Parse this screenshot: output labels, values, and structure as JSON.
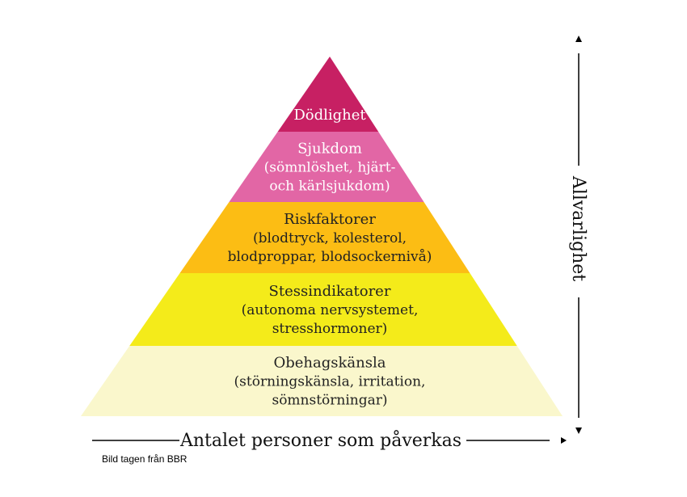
{
  "pyramid": {
    "levels": [
      {
        "title": "Dödlighet",
        "lines": [],
        "color": "#C72063",
        "text_color": "#FFFFFF"
      },
      {
        "title": "Sjukdom",
        "lines": [
          "(sömnlöshet, hjärt-",
          "och kärlsjukdom)"
        ],
        "color": "#E266A5",
        "text_color": "#FFFFFF"
      },
      {
        "title": "Riskfaktorer",
        "lines": [
          "(blodtryck, kolesterol,",
          "blodproppar, blodsockernivå)"
        ],
        "color": "#FCBD14",
        "text_color": "#222222"
      },
      {
        "title": "Stessindikatorer",
        "lines": [
          "(autonoma nervsystemet,",
          "stresshormoner)"
        ],
        "color": "#F4EB1A",
        "text_color": "#222222"
      },
      {
        "title": "Obehagskänsla",
        "lines": [
          "(störningskänsla, irritation,",
          "sömnstörningar)"
        ],
        "color": "#FAF7CC",
        "text_color": "#222222"
      }
    ]
  },
  "axes": {
    "vertical_label": "Allvarlighet",
    "horizontal_label": "Antalet personer som påverkas"
  },
  "credit": "Bild tagen från BBR"
}
